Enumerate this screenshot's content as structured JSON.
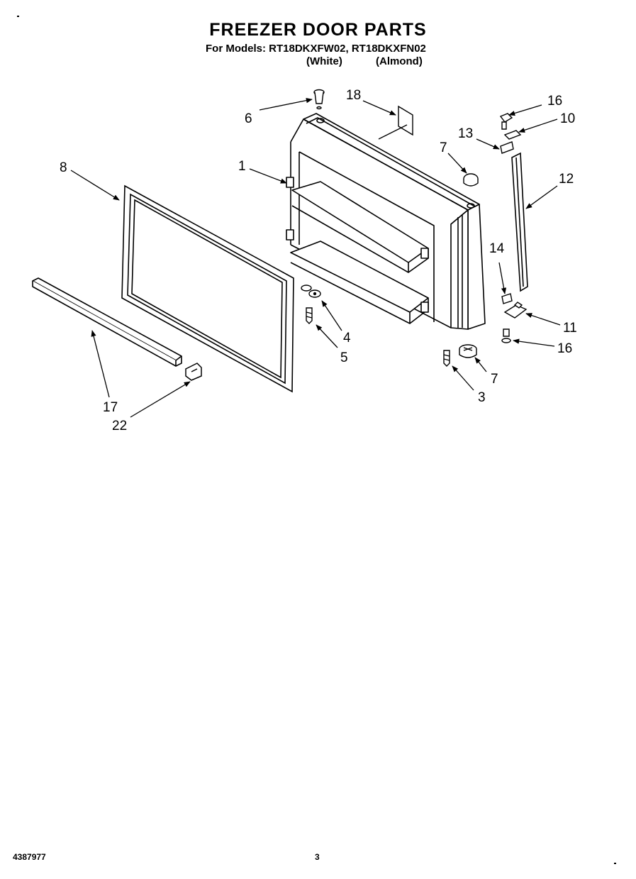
{
  "header": {
    "title": "FREEZER DOOR PARTS",
    "models_line": "For Models: RT18DKXFW02, RT18DKXFN02",
    "variant_white": "(White)",
    "variant_almond": "(Almond)"
  },
  "callouts": {
    "c1": "1",
    "c3": "3",
    "c4": "4",
    "c5": "5",
    "c6": "6",
    "c7a": "7",
    "c7b": "7",
    "c8": "8",
    "c10": "10",
    "c11": "11",
    "c12": "12",
    "c13": "13",
    "c14": "14",
    "c16a": "16",
    "c16b": "16",
    "c17": "17",
    "c18": "18",
    "c22": "22"
  },
  "footer": {
    "doc_number": "4387977",
    "page_number": "3"
  }
}
